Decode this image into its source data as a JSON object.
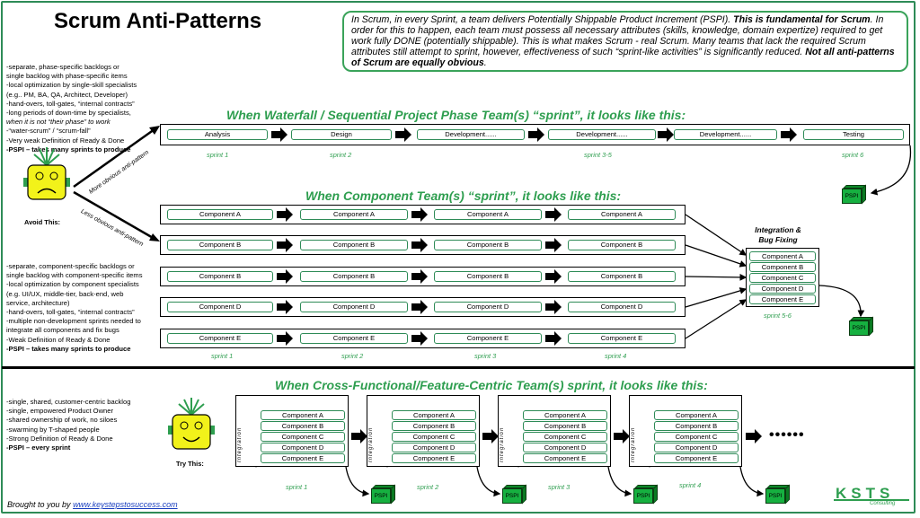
{
  "title": "Scrum Anti-Patterns",
  "intro": {
    "p1": "In Scrum, in every Sprint, a team delivers Potentially Shippable Product Increment (PSPI).",
    "p1_bold": "This is fundamental for Scrum",
    "p2": ". In order for this to happen, each team must possess all necessary attributes (skills, knowledge, domain expertize) required to get work fully DONE (potentially shippable). This is what makes Scrum - real Scrum. Many teams that lack the required Scrum attributes still attempt to sprint, however, effectiveness of such “sprint-like activities” is significantly reduced.",
    "p2_bold": "Not all anti-patterns of Scrum are equally obvious",
    "p2_end": "."
  },
  "bullets_top": [
    "-separate, phase-specific backlogs or",
    "single backlog with phase-specific items",
    "-local optimization by single-skill specialists",
    "(e.g.. PM, BA, QA, Architect, Developer)",
    "-hand-overs, toll-gates, “internal contracts”",
    "-long periods of down-time by specialists,",
    "when it is not “their phase” to work",
    "-“water-scrum” / “scrum-fall”",
    "-Very weak Definition of Ready & Done",
    "-PSPI – takes many sprints to produce"
  ],
  "bullets_mid": [
    "-separate, component-specific backlogs or",
    "single backlog with component-specific items",
    "-local optimization by component specialists",
    "(e.g. UI/UX, middle-tier, back-end, web",
    "service, architecture)",
    "-hand-overs, toll-gates, “internal contracts”",
    "-multiple non-development sprints needed to",
    "integrate all components and fix bugs",
    "-Weak Definition of Ready & Done",
    "-PSPI – takes many sprints to produce"
  ],
  "bullets_bottom": [
    "-single, shared, customer-centric backlog",
    "-single, empowered Product Owner",
    "-shared ownership of work, no siloes",
    "-swarming by T-shaped people",
    "-Strong Definition of Ready & Done",
    "-PSPI – every sprint"
  ],
  "avoid_label": "Avoid This:",
  "try_label": "Try This:",
  "more_obvious": "More obvious anti-pattern",
  "less_obvious": "Less obvious anti-pattern",
  "waterfall": {
    "heading": "When Waterfall / Sequential Project Phase Team(s) “sprint”, it looks like this:",
    "phases": [
      "Analysis",
      "Design",
      "Development......",
      "Development......",
      "Development......",
      "Testing"
    ],
    "sprints": [
      "sprint 1",
      "sprint 2",
      "sprint 3-5",
      "sprint 6"
    ]
  },
  "component": {
    "heading": "When Component Team(s) “sprint”, it looks like this:",
    "rows": [
      "Component A",
      "Component B",
      "Component B",
      "Component D",
      "Component E"
    ],
    "sprints": [
      "sprint 1",
      "sprint 2",
      "sprint 3",
      "sprint 4"
    ],
    "integration_title": "Integration & Bug Fixing",
    "integration_items": [
      "Component A",
      "Component B",
      "Component C",
      "Component D",
      "Component E"
    ],
    "integration_sprint": "sprint 5-6"
  },
  "crossfunctional": {
    "heading": "When Cross-Functional/Feature-Centric Team(s) sprint, it looks like this:",
    "items": [
      "Component A",
      "Component B",
      "Component C",
      "Component D",
      "Component E"
    ],
    "vertical_label": "Integration",
    "sprints": [
      "sprint 1",
      "sprint 2",
      "sprint 3",
      "sprint 4"
    ],
    "ellipsis": "••••••"
  },
  "pspi_label": "PSPI",
  "footer": {
    "text": "Brought to you by",
    "link": "www.keystepstosuccess.com"
  },
  "logo": {
    "letters": "KSTS",
    "sub": "Consulting"
  },
  "colors": {
    "green": "#2e9e4f",
    "pspi": "#16b040",
    "face": "#f2f21a"
  }
}
